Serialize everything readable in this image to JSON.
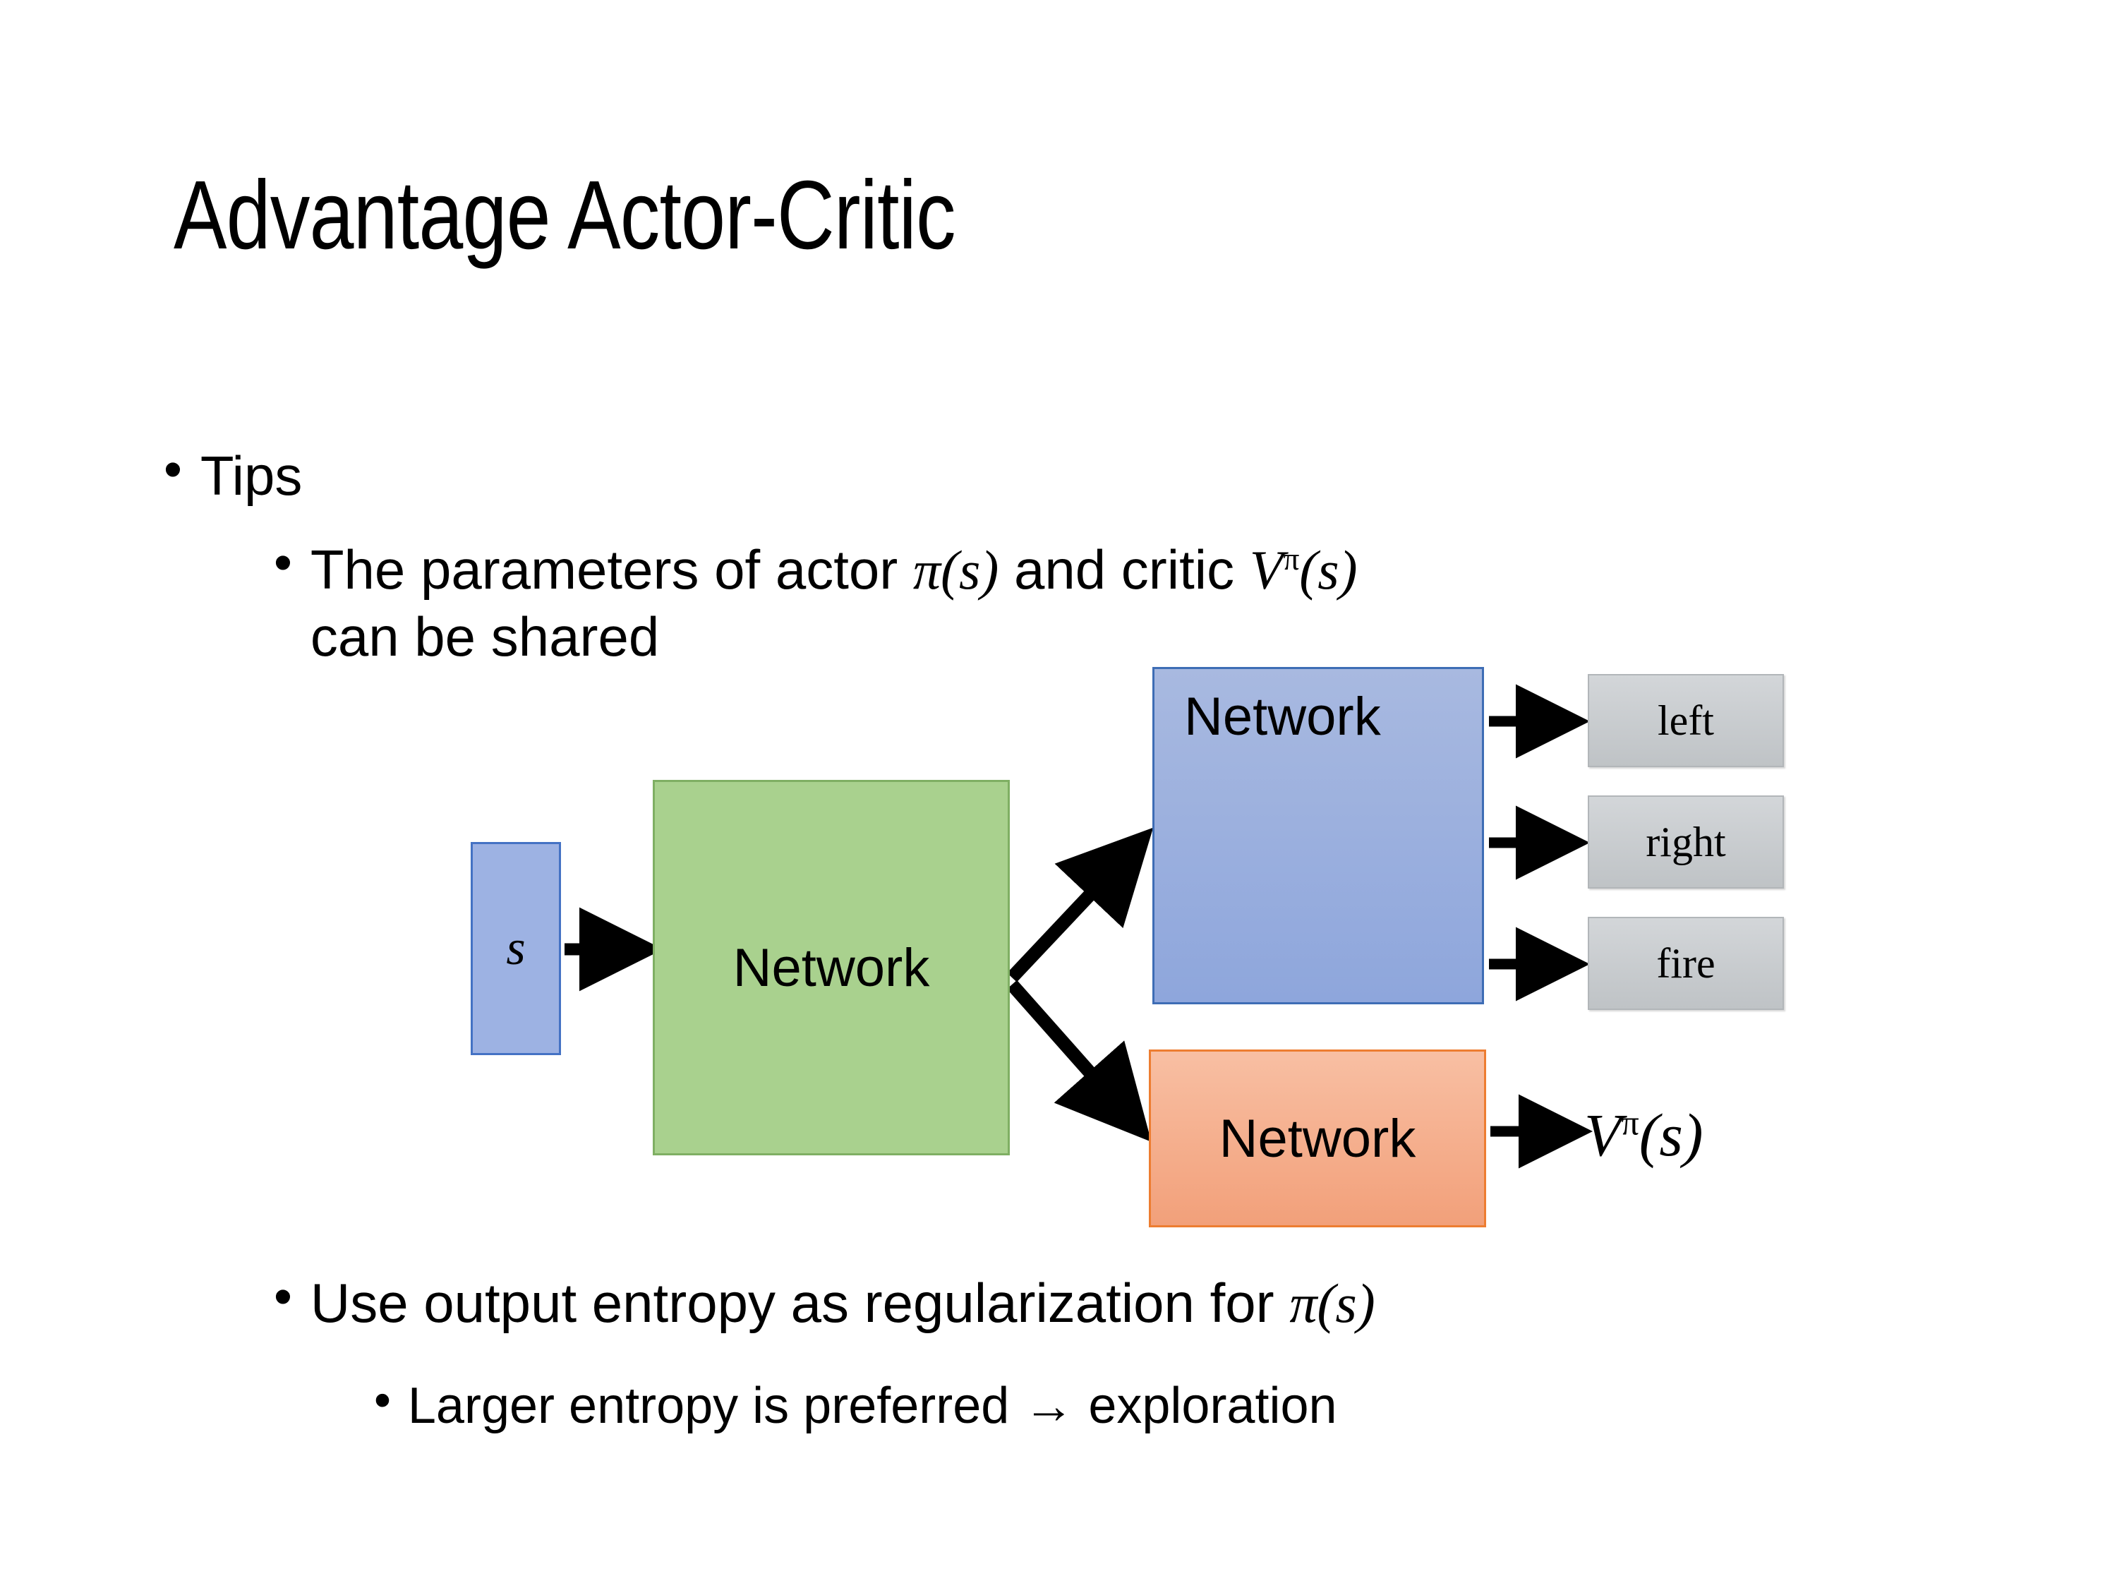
{
  "slide": {
    "title": "Advantage Actor-Critic",
    "background": "#FFFFFF"
  },
  "bullets": {
    "tips": "Tips",
    "params_lead": "The parameters of actor ",
    "params_pi": "π",
    "params_pi_arg": "(s)",
    "params_mid": "  and critic ",
    "params_V": "V",
    "params_V_sup": "π",
    "params_V_arg": "(s)",
    "params_tail": "can be shared",
    "entropy_lead": "Use output entropy as regularization for ",
    "entropy_pi": "π",
    "entropy_pi_arg": "(s)",
    "larger": "Larger entropy is preferred → exploration"
  },
  "diagram": {
    "input_label": "s",
    "shared_network_label": "Network",
    "actor_network_label": "Network",
    "critic_network_label": "Network",
    "actions": [
      {
        "label": "left"
      },
      {
        "label": "right"
      },
      {
        "label": "fire"
      }
    ],
    "value_output": {
      "V": "V",
      "sup": "π",
      "arg": "(s)"
    },
    "colors": {
      "input_box_fill": "#9DB2E3",
      "input_box_border": "#4472C4",
      "shared_box_fill": "#A9D18E",
      "shared_box_border": "#7FAF63",
      "actor_box_fill": "#8EA6DC",
      "actor_box_border": "#3E6DB5",
      "critic_box_fill": "#F2A07A",
      "critic_box_border": "#ED7D31",
      "action_box_fill": "#C7CACD",
      "action_box_border": "#B2B6B9",
      "arrow": "#000000"
    }
  }
}
